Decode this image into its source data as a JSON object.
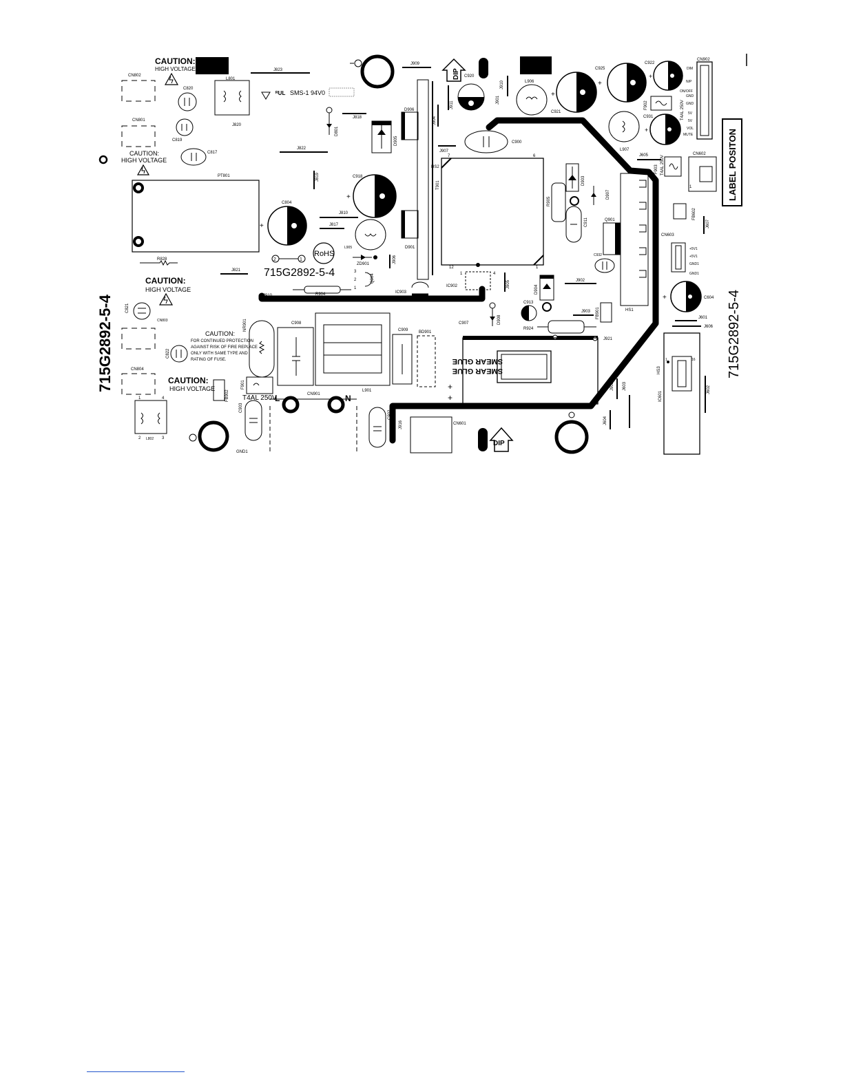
{
  "board": {
    "part_number": "715G2892-5-4",
    "label_position": "LABEL POSITON",
    "rohs": "RoHS",
    "sms": "SMS-1 94V0",
    "smear_glue": "SMEAR GLUE",
    "circle_nums": [
      "2",
      "1"
    ]
  },
  "cautions": [
    {
      "title": "CAUTION:",
      "sub": "HIGH VOLTAGE"
    },
    {
      "title": "CAUTION:",
      "sub": "HIGH VOLTAGE"
    },
    {
      "title": "CAUTION:",
      "sub": "HIGH VOLTAGE"
    },
    {
      "title": "CAUTION:",
      "sub": "HIGH VOLTAGE"
    }
  ],
  "fire_caution": {
    "title": "CAUTION:",
    "lines": [
      "FOR CONTINUED PROTECTION",
      "AGAINST RISK OF FIRE REPLACE",
      "ONLY WITH  SAME TYPE AND",
      "RATING OF FUSE."
    ]
  },
  "fuse_rating": "T4AL 250V",
  "fuse_small": "T4AL 250V",
  "line_labels": {
    "l": "L",
    "n": "N"
  },
  "dip": "DIP",
  "connector_pins": [
    "DIM",
    "N/P",
    "ON/OFF",
    "GND",
    "GND",
    "5V",
    "5V",
    "VOL",
    "MUTE"
  ],
  "cn603_pins": [
    "+5V1",
    "+5V1",
    "GND1",
    "GND1"
  ],
  "refs": {
    "cn802": "CN802",
    "l801": "L801",
    "j823": "J823",
    "c820": "C820",
    "cn801": "CN801",
    "c819": "C819",
    "c817": "C817",
    "j820": "J820",
    "d801": "D801",
    "j818": "J818",
    "j822": "J822",
    "pt801": "PT801",
    "j819": "J819",
    "c804": "C804",
    "j810": "J810",
    "j817": "J817",
    "r828": "R828",
    "j821": "J821",
    "c918": "C918",
    "l905": "L905",
    "zd901": "ZD901",
    "j906": "J906",
    "q904": "Q904",
    "ic903": "IC903",
    "r904": "R904",
    "j910": "J910",
    "c821": "C821",
    "cn803": "CN803",
    "c822": "C822",
    "cn804": "CN804",
    "l802": "L802",
    "fb902": "FB902",
    "f901": "F901",
    "c903": "C903",
    "cn901": "CN901",
    "gnd1": "GND1",
    "nr901": "NR901",
    "c908": "C908",
    "l901": "L901",
    "c909": "C909",
    "bd901": "BD901",
    "c902": "C902",
    "j916": "J916",
    "cn601": "CN601",
    "j909": "J909",
    "c920": "C920",
    "j911": "J911",
    "j901": "J901",
    "j910b": "J910",
    "d906": "D906",
    "d905": "D905",
    "j904": "J904",
    "j907": "J907",
    "hs2": "HS2",
    "t901": "T901",
    "d901": "D901",
    "c900": "C900",
    "l906": "L906",
    "c921": "C921",
    "c925": "C925",
    "c922": "C922",
    "cn902": "CN902",
    "f902": "F902",
    "c931": "C931",
    "l907": "L907",
    "j605": "J605",
    "f903": "F903",
    "cn602": "CN602",
    "d903": "D903",
    "r905": "R905",
    "c911": "C911",
    "d907": "D907",
    "q901": "Q901",
    "c932": "C932",
    "hs1": "HS1",
    "cn603": "CN603",
    "fb602": "FB602",
    "j607": "J607",
    "c604": "C604",
    "j601": "J601",
    "j606": "J606",
    "ic902": "IC902",
    "j905": "J905",
    "d904": "D904",
    "j902": "J902",
    "c913": "C913",
    "d908": "D908",
    "r924": "R924",
    "j903": "J903",
    "fb901": "FB901",
    "j921": "J921",
    "c907": "C907",
    "j908": "J908",
    "j603": "J603",
    "j604": "J604",
    "hs3": "HS3",
    "ic601": "IC601",
    "j602": "J602"
  }
}
